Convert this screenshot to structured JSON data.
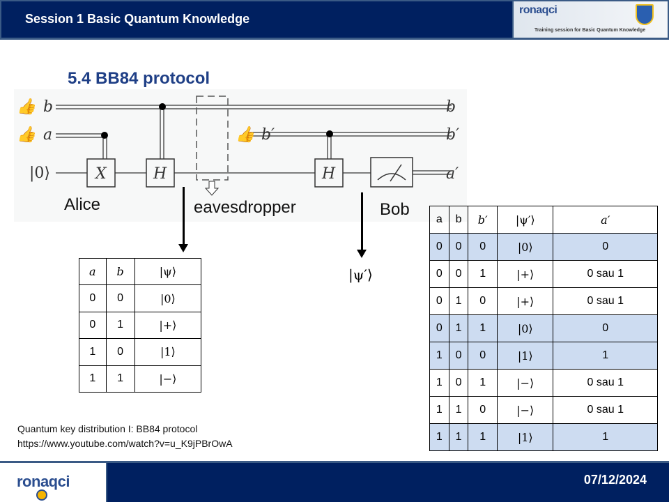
{
  "header": {
    "title": "Session 1  Basic Quantum Knowledge",
    "logo_text": "ronaqci",
    "logo_subtitle": "Training session for Basic Quantum Knowledge"
  },
  "slide_title": "5.4 BB84 protocol",
  "circuit": {
    "inputs": [
      "b",
      "a",
      "|0⟩"
    ],
    "bob_input": "b′",
    "outputs": [
      "b",
      "b′",
      "a′"
    ],
    "gates": [
      "X",
      "H",
      "H"
    ],
    "labels": {
      "alice": "Alice",
      "eavesdropper": "eavesdropper",
      "bob": "Bob"
    }
  },
  "psi_prime_label": "|ψ′⟩",
  "table_alice": {
    "headers": [
      "a",
      "b",
      "|ψ⟩"
    ],
    "rows": [
      [
        "0",
        "0",
        "|0⟩"
      ],
      [
        "0",
        "1",
        "|+⟩"
      ],
      [
        "1",
        "0",
        "|1⟩"
      ],
      [
        "1",
        "1",
        "|−⟩"
      ]
    ]
  },
  "table_bob": {
    "headers": [
      "a",
      "b",
      "b′",
      "|ψ′⟩",
      "a′"
    ],
    "rows": [
      [
        "0",
        "0",
        "0",
        "|0⟩",
        "0"
      ],
      [
        "0",
        "0",
        "1",
        "|+⟩",
        "0 sau 1"
      ],
      [
        "0",
        "1",
        "0",
        "|+⟩",
        "0 sau 1"
      ],
      [
        "0",
        "1",
        "1",
        "|0⟩",
        "0"
      ],
      [
        "1",
        "0",
        "0",
        "|1⟩",
        "1"
      ],
      [
        "1",
        "0",
        "1",
        "|−⟩",
        "0 sau 1"
      ],
      [
        "1",
        "1",
        "0",
        "|−⟩",
        "0 sau 1"
      ],
      [
        "1",
        "1",
        "1",
        "|1⟩",
        "1"
      ]
    ],
    "highlighted_rows": [
      0,
      3,
      4,
      7
    ]
  },
  "reference": {
    "line1": "Quantum key distribution I: BB84 protocol",
    "line2": "https://www.youtube.com/watch?v=u_K9jPBrOwA"
  },
  "footer": {
    "logo_text": "ronaqci",
    "date": "07/12/2024"
  },
  "colors": {
    "navy": "#002060",
    "title": "#1f3f86",
    "highlight": "#cddcf1"
  }
}
